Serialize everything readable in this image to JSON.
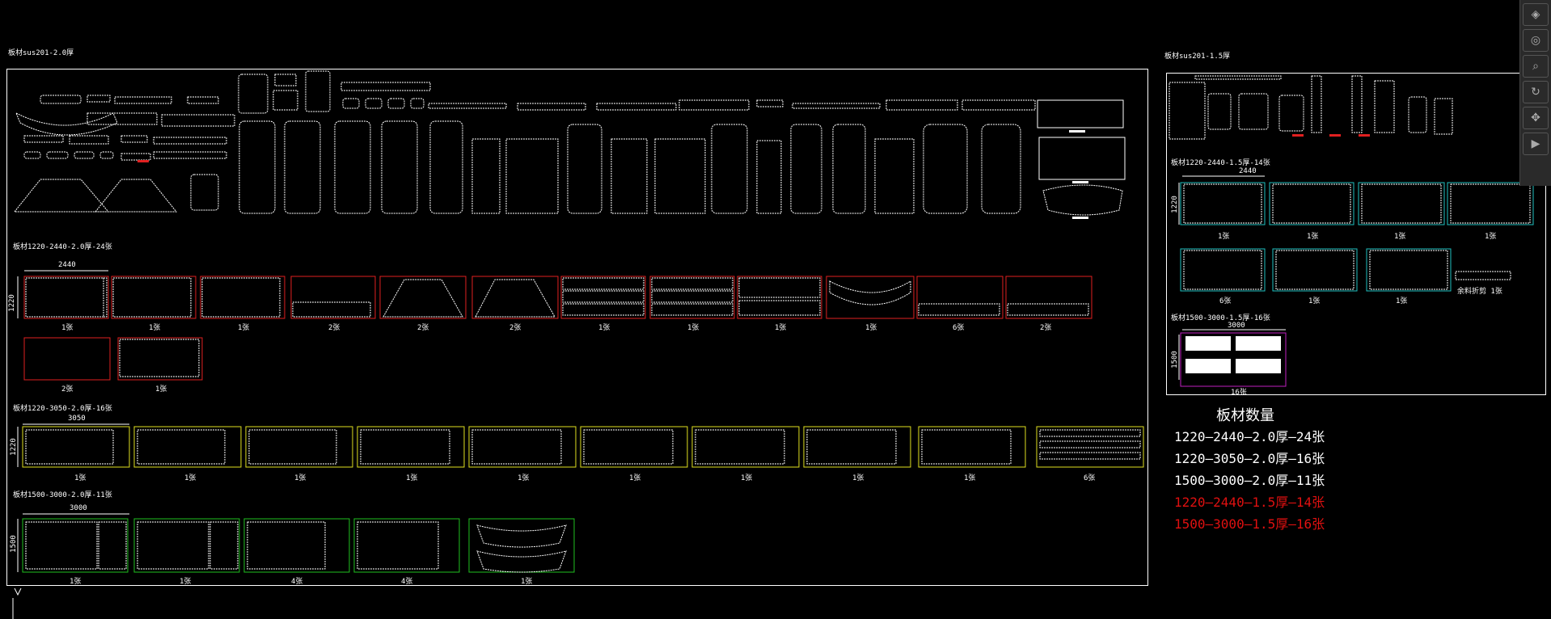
{
  "section_left_title": "板材sus201-2.0厚",
  "section_right_title": "板材sus201-1.5厚",
  "groups_left": [
    {
      "title": "板材1220-2440-2.0厚-24张",
      "dim_w": "2440",
      "dim_h": "1220",
      "color": "#e02020",
      "counts_row1": [
        "1张",
        "1张",
        "1张",
        "2张",
        "2张",
        "2张",
        "1张",
        "1张",
        "1张",
        "1张",
        "6张",
        "2张"
      ],
      "counts_row2": [
        "2张",
        "1张"
      ]
    },
    {
      "title": "板材1220-3050-2.0厚-16张",
      "dim_w": "3050",
      "dim_h": "1220",
      "color": "#e0e020",
      "counts": [
        "1张",
        "1张",
        "1张",
        "1张",
        "1张",
        "1张",
        "1张",
        "1张",
        "1张",
        "6张"
      ]
    },
    {
      "title": "板材1500-3000-2.0厚-11张",
      "dim_w": "3000",
      "dim_h": "1500",
      "color": "#20c020",
      "counts": [
        "1张",
        "1张",
        "4张",
        "4张",
        "1张"
      ]
    }
  ],
  "groups_right": [
    {
      "title": "板材1220-2440-1.5厚-14张",
      "dim_w": "2440",
      "dim_h": "1220",
      "color": "#20c0c0",
      "counts_row1": [
        "1张",
        "1张",
        "1张",
        "1张"
      ],
      "counts_row2": [
        "6张",
        "1张",
        "1张"
      ],
      "scrap_label": "余料折剪 1张"
    },
    {
      "title": "板材1500-3000-1.5厚-16张",
      "dim_w": "3000",
      "dim_h": "1500",
      "color": "#c020c0",
      "counts": [
        "16张"
      ]
    }
  ],
  "summary": {
    "title": "板材数量",
    "lines": [
      {
        "text": "1220—2440—2.0厚—24张",
        "color": "#ffffff"
      },
      {
        "text": "1220—3050—2.0厚—16张",
        "color": "#ffffff"
      },
      {
        "text": "1500—3000—2.0厚—11张",
        "color": "#ffffff"
      },
      {
        "text": "1220—2440—1.5厚—14张",
        "color": "#e01010"
      },
      {
        "text": "1500—3000—1.5厚—16张",
        "color": "#e01010"
      }
    ]
  },
  "toolbar": {
    "icons": [
      "view-cube-icon",
      "steering-wheel-icon",
      "zoom-icon",
      "orbit-icon",
      "pan-icon",
      "showmotion-icon"
    ]
  }
}
